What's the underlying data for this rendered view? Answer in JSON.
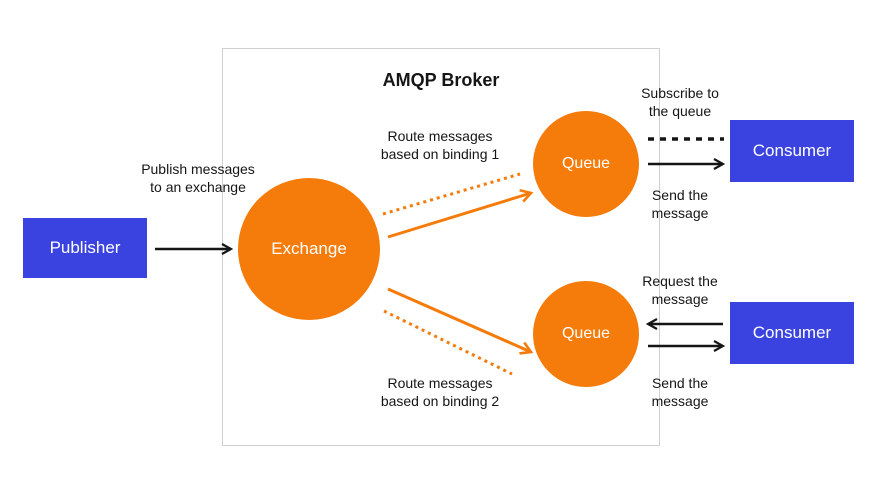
{
  "broker": {
    "title": "AMQP Broker"
  },
  "publisher": {
    "label": "Publisher"
  },
  "exchange": {
    "label": "Exchange"
  },
  "queues": [
    {
      "label": "Queue"
    },
    {
      "label": "Queue"
    }
  ],
  "consumers": [
    {
      "label": "Consumer"
    },
    {
      "label": "Consumer"
    }
  ],
  "annotations": {
    "publish_line1": "Publish messages",
    "publish_line2": "to an exchange",
    "route1_line1": "Route messages",
    "route1_line2": "based on binding 1",
    "route2_line1": "Route messages",
    "route2_line2": "based on binding 2",
    "subscribe_line1": "Subscribe to",
    "subscribe_line2": "the queue",
    "send1_line1": "Send the",
    "send1_line2": "message",
    "request_line1": "Request the",
    "request_line2": "message",
    "send2_line1": "Send the",
    "send2_line2": "message"
  },
  "colors": {
    "blue": "#3a43e0",
    "orange": "#f57b0a",
    "black": "#151515"
  }
}
